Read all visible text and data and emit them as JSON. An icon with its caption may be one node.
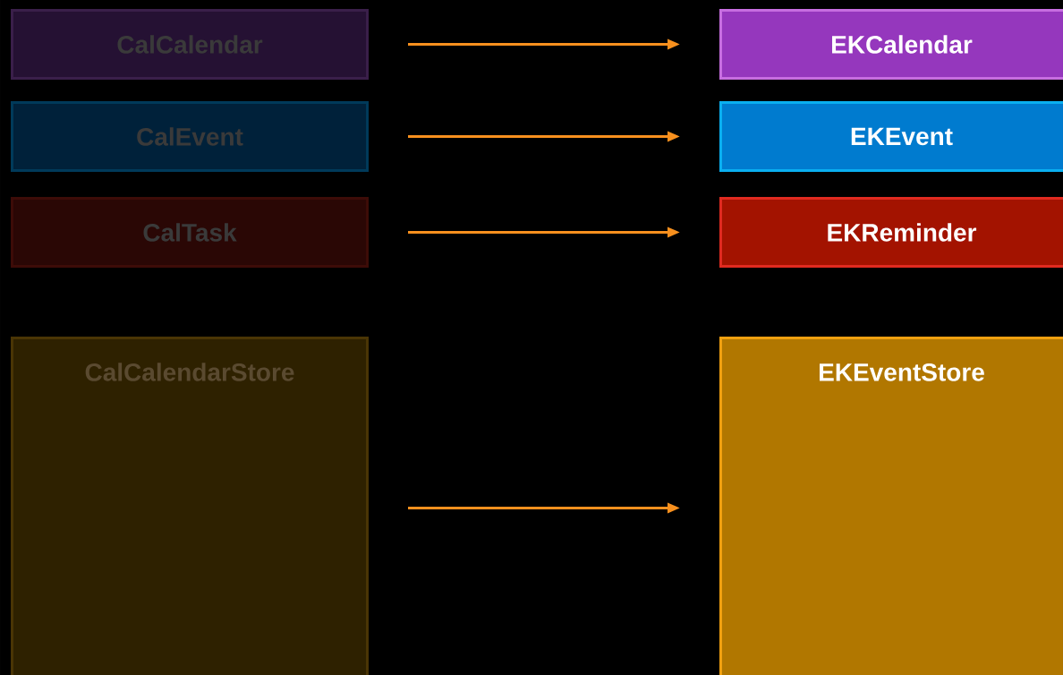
{
  "diagram": {
    "nodes": [
      {
        "text": [
          "CalCalendar"
        ]
      },
      {
        "text": [
          "CalEvent"
        ]
      },
      {
        "text": [
          "CalTask"
        ]
      },
      {
        "text": [
          "CalCalendarStore"
        ]
      },
      {
        "text": [
          "EKCalendar"
        ]
      },
      {
        "text": [
          "EKEvent"
        ]
      },
      {
        "text": [
          "EKReminder"
        ]
      },
      {
        "text": [
          "EKEventStore"
        ]
      }
    ],
    "edges": [
      {
        "from": 0,
        "to": 4,
        "arrow": "to"
      },
      {
        "from": 1,
        "to": 5,
        "arrow": "to"
      },
      {
        "from": 2,
        "to": 6,
        "arrow": "to"
      },
      {
        "from": 3,
        "to": 7,
        "arrow": "to"
      }
    ]
  }
}
